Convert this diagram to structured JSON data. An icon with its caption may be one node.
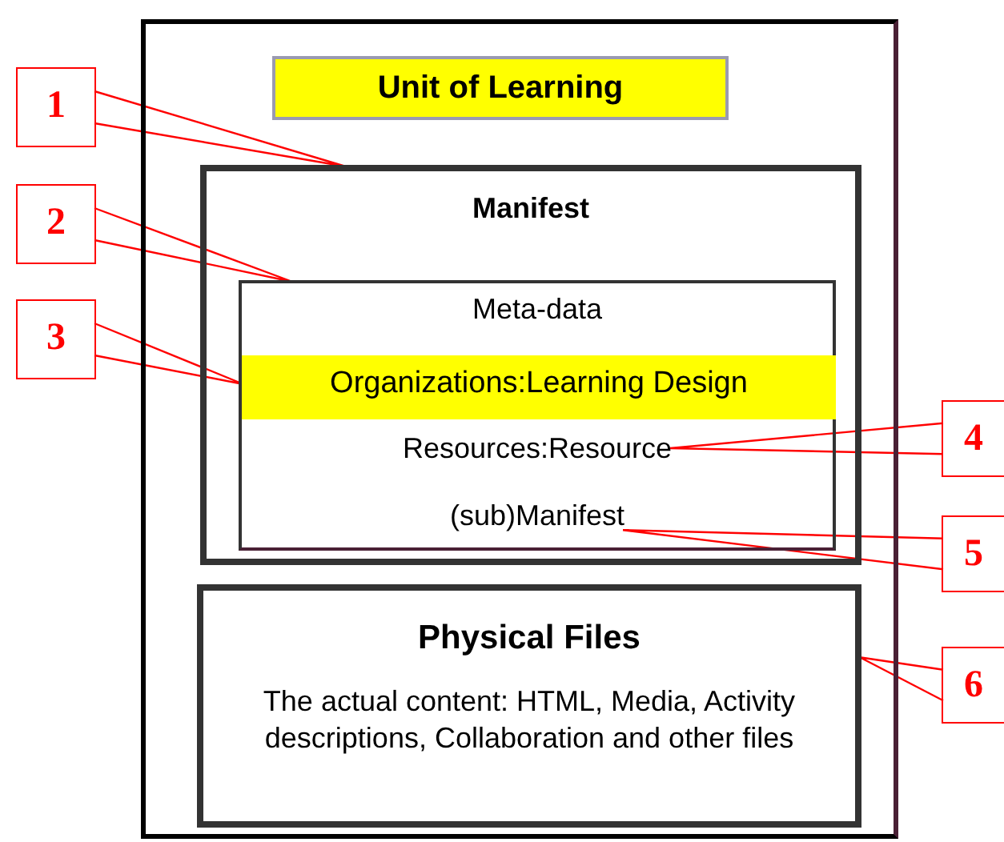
{
  "diagram": {
    "nodes": [
      {
        "text": [
          "Unit of Learning"
        ]
      },
      {
        "text": [
          "Manifest"
        ],
        "in": 0
      },
      {
        "text": [
          "Meta-data"
        ],
        "in": 1
      },
      {
        "text": [
          "Organizations:Learning Design"
        ],
        "in": 2
      },
      {
        "text": [
          "Resources:Resource"
        ],
        "in": 2
      },
      {
        "text": [
          "(sub)Manifest"
        ],
        "in": 2
      },
      {
        "text": [
          "Physical Files",
          "The actual content: HTML, Media, Activity descriptions, Collaboration and other files"
        ],
        "in": 0
      },
      {
        "text": [
          "1"
        ]
      },
      {
        "text": [
          "2"
        ]
      },
      {
        "text": [
          "3"
        ]
      },
      {
        "text": [
          "4"
        ]
      },
      {
        "text": [
          "5"
        ]
      },
      {
        "text": [
          "6"
        ]
      }
    ],
    "edges": [
      {
        "from": 7,
        "to": 1,
        "arrow": "none"
      },
      {
        "from": 8,
        "to": 2,
        "arrow": "none"
      },
      {
        "from": 9,
        "to": 3,
        "arrow": "none"
      },
      {
        "from": 10,
        "to": 4,
        "arrow": "none"
      },
      {
        "from": 11,
        "to": 5,
        "arrow": "none"
      },
      {
        "from": 12,
        "to": 6,
        "arrow": "none"
      }
    ]
  }
}
